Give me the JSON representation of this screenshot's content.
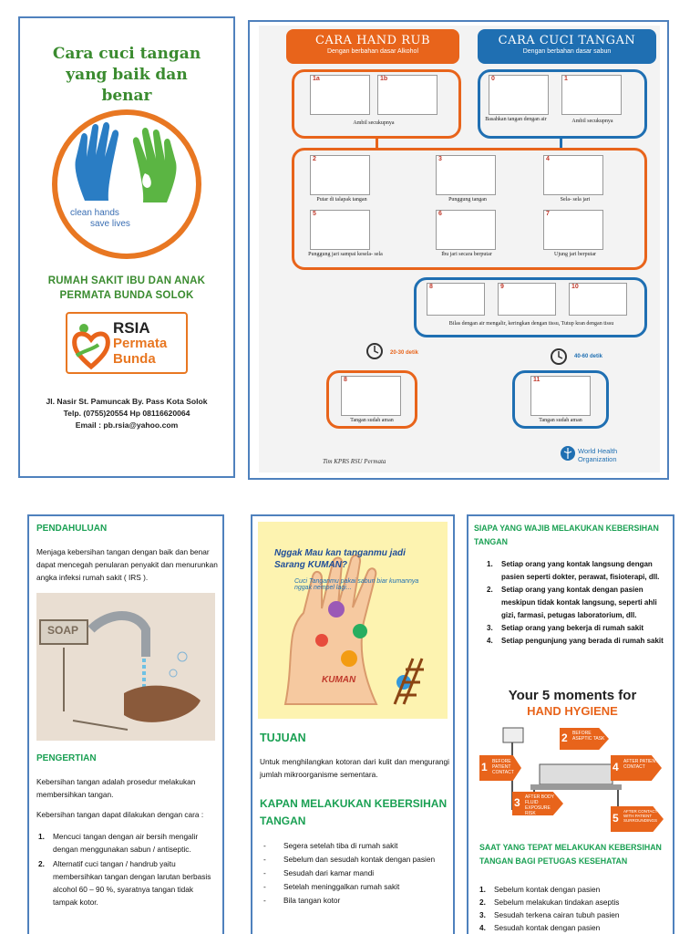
{
  "cover": {
    "title_lines": [
      "Cara cuci tangan",
      "yang baik dan",
      "benar"
    ],
    "logo_text": [
      "clean hands",
      "save lives"
    ],
    "hospital_lines": [
      "RUMAH SAKIT IBU DAN ANAK",
      "PERMATA BUNDA SOLOK"
    ],
    "rsia_logo": [
      "RSIA",
      "Permata",
      "Bunda"
    ],
    "address_lines": [
      "Jl. Nasir St. Pamuncak By. Pass Kota Solok",
      "Telp. (0755)20554 Hp 08116620064",
      "Email : pb.rsia@yahoo.com"
    ]
  },
  "poster": {
    "left_title": "CARA HAND RUB",
    "left_sub": "Dengan berbahan dasar Alkohol",
    "right_title": "CARA CUCI TANGAN",
    "right_sub": "Dengan berbahan dasar sabun",
    "row1_left": [
      {
        "num": "1a"
      },
      {
        "num": "1b"
      }
    ],
    "row1_left_caption": "Ambil secukupnya",
    "row1_right": [
      {
        "num": "0",
        "caption": "Basahkan tangan dengan air"
      },
      {
        "num": "1",
        "caption": "Ambil secukupnya"
      }
    ],
    "steps_mid": [
      {
        "num": "2",
        "caption": "Putar di talapak tangan"
      },
      {
        "num": "3",
        "caption": "Punggung tangan"
      },
      {
        "num": "4",
        "caption": "Sela- sela jari"
      },
      {
        "num": "5",
        "caption": "Punggung jari sampai kesela- sela"
      },
      {
        "num": "6",
        "caption": "Ibu jari secara berputar"
      },
      {
        "num": "7",
        "caption": "Ujung jari berputar"
      }
    ],
    "rinse_steps": [
      {
        "num": "8"
      },
      {
        "num": "9"
      },
      {
        "num": "10"
      }
    ],
    "rinse_caption": "Bilas dengan air mengalir, keringkan dengan tissu, Tutup kran dengan tissu",
    "timer_left": "20-30 detik",
    "timer_right": "40-60 detik",
    "final_left": {
      "num": "8",
      "caption": "Tangan sudah aman"
    },
    "final_right": {
      "num": "11",
      "caption": "Tangan sudah aman"
    },
    "team": "Tim KPRS RSU Permata",
    "who_lines": [
      "World Health",
      "Organization"
    ]
  },
  "intro": {
    "heading": "PENDAHULUAN",
    "text": "Menjaga kebersihan tangan dengan baik dan benar dapat mencegah penularan penyakit dan menurunkan angka infeksi rumah sakit ( IRS ).",
    "soap_label": "SOAP",
    "def_heading": "PENGERTIAN",
    "def_text1": "Kebersihan tangan adalah prosedur melakukan membersihkan tangan.",
    "def_text2": "Kebersihan tangan dapat dilakukan dengan cara :",
    "def_list": [
      "Mencuci tangan dengan air bersih mengalir dengan menggunakan sabun / antiseptic.",
      "Alternatif cuci tangan / handrub yaitu membersihkan tangan dengan larutan berbasis alcohol 60 – 90 %, syaratnya tangan tidak tampak kotor."
    ]
  },
  "middle": {
    "poster_title": "Nggak Mau kan tanganmu jadi Sarang KUMAN?",
    "poster_sub": "Cuci Tanganmu pakai sabun biar kumannya nggak nempel lagi...",
    "poster_label": "KUMAN",
    "goal_heading": "TUJUAN",
    "goal_text": "Untuk menghilangkan kotoran dari kulit dan mengurangi jumlah mikroorganisme sementara.",
    "when_heading": "KAPAN MELAKUKAN KEBERSIHAN TANGAN",
    "when_list": [
      "Segera setelah tiba di rumah sakit",
      "Sebelum dan sesudah kontak dengan pasien",
      "Sesudah dari kamar mandi",
      "Setelah meninggalkan rumah sakit",
      "Bila tangan kotor"
    ]
  },
  "right": {
    "who_heading": "SIAPA YANG WAJIB MELAKUKAN KEBERSIHAN TANGAN",
    "who_list": [
      "Setiap orang yang kontak langsung dengan pasien seperti dokter, perawat, fisioterapi, dll.",
      "Setiap orang yang kontak dengan pasien meskipun tidak kontak langsung, seperti ahli gizi, farmasi, petugas laboratorium, dll.",
      "Setiap orang yang bekerja di rumah sakit",
      "Setiap pengunjung yang berada di rumah sakit"
    ],
    "moments_title": "Your 5 moments for",
    "moments_sub": "HAND HYGIENE",
    "moments": [
      {
        "num": "1",
        "text": "BEFORE PATIENT CONTACT"
      },
      {
        "num": "2",
        "text": "BEFORE ASEPTIC TASK"
      },
      {
        "num": "3",
        "text": "AFTER BODY FLUID EXPOSURE RISK"
      },
      {
        "num": "4",
        "text": "AFTER PATIENT CONTACT"
      },
      {
        "num": "5",
        "text": "AFTER CONTACT WITH PATIENT SURROUNDINGS"
      }
    ],
    "when_heading": "SAAT YANG TEPAT MELAKUKAN KEBERSIHAN TANGAN BAGI PETUGAS KESEHATAN",
    "when_list": [
      "Sebelum kontak dengan pasien",
      "Sebelum melakukan tindakan aseptis",
      "Sesudah terkena cairan tubuh pasien",
      "Sesudah kontak dengan pasien"
    ]
  }
}
